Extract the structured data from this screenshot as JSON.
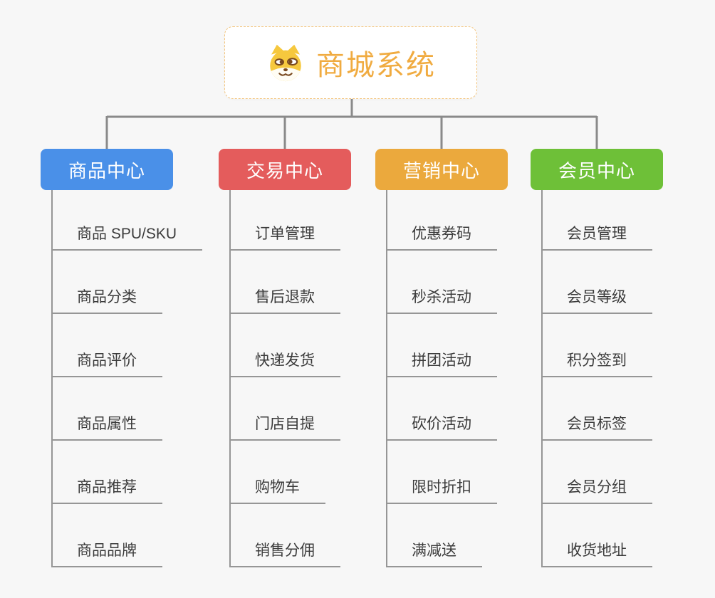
{
  "page": {
    "background_color": "#f7f7f7",
    "connector_color": "#8a8a8a"
  },
  "root": {
    "title": "商城系统",
    "title_color": "#f0ab40",
    "border_color": "#f3c57e",
    "icon": "shiba-dog-icon"
  },
  "branches": [
    {
      "label": "商品中心",
      "color": "#4a90e8",
      "children": [
        "商品 SPU/SKU",
        "商品分类",
        "商品评价",
        "商品属性",
        "商品推荐",
        "商品品牌"
      ]
    },
    {
      "label": "交易中心",
      "color": "#e45c5c",
      "children": [
        "订单管理",
        "售后退款",
        "快递发货",
        "门店自提",
        "购物车",
        "销售分佣"
      ]
    },
    {
      "label": "营销中心",
      "color": "#eba93d",
      "children": [
        "优惠券码",
        "秒杀活动",
        "拼团活动",
        "砍价活动",
        "限时折扣",
        "满减送"
      ]
    },
    {
      "label": "会员中心",
      "color": "#6ec038",
      "children": [
        "会员管理",
        "会员等级",
        "积分签到",
        "会员标签",
        "会员分组",
        "收货地址"
      ]
    }
  ]
}
